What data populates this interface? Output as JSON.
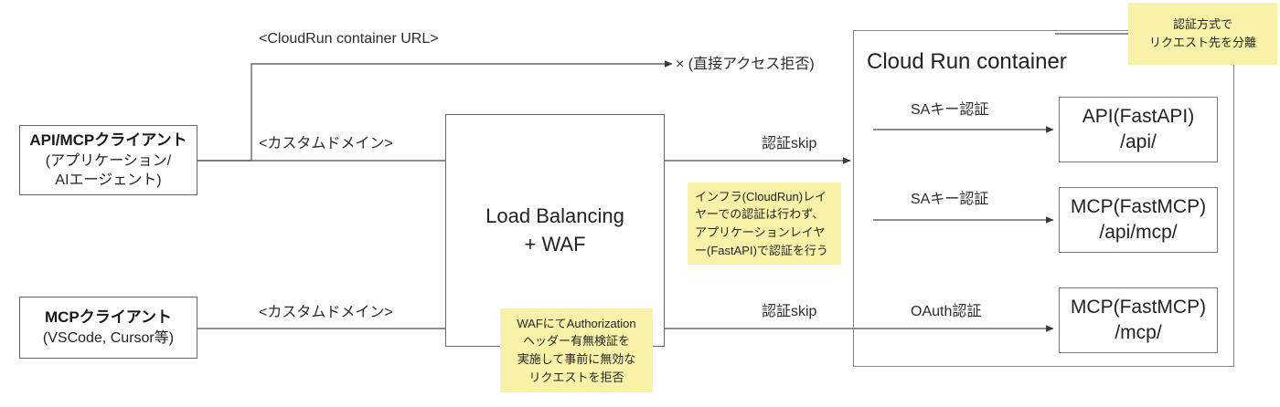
{
  "diagram": {
    "title": "Cloud Run container architecture with WAF and authentication routing",
    "colors": {
      "note_bg": "#f7f2a8",
      "line": "#555555",
      "box_border": "#666666",
      "text": "#1a1a1a"
    }
  },
  "clients": [
    {
      "id": "api-mcp-client",
      "line1": "API/MCPクライアント",
      "line2": "(アプリケーション/",
      "line3": "AIエージェント)"
    },
    {
      "id": "mcp-client",
      "line1": "MCPクライアント",
      "line2": "(VSCode, Cursor等)"
    }
  ],
  "loadbalancer": {
    "line1": "Load Balancing",
    "line2": "+ WAF"
  },
  "container": {
    "title": "Cloud Run container"
  },
  "services": [
    {
      "id": "api-fastapi",
      "line1": "API(FastAPI)",
      "line2": "/api/"
    },
    {
      "id": "mcp-fastmcp-api",
      "line1": "MCP(FastMCP)",
      "line2": "/api/mcp/"
    },
    {
      "id": "mcp-fastmcp-mcp",
      "line1": "MCP(FastMCP)",
      "line2": "/mcp/"
    }
  ],
  "edge_labels": {
    "cloudrun_url": "<CloudRun container URL>",
    "custom_domain_top": "<カスタムドメイン>",
    "custom_domain_bottom": "<カスタムドメイン>",
    "direct_access_denied": "× (直接アクセス拒否)",
    "auth_skip_top": "認証skip",
    "auth_skip_bottom": "認証skip",
    "sa_key_auth_1": "SAキー認証",
    "sa_key_auth_2": "SAキー認証",
    "oauth_auth": "OAuth認証"
  },
  "notes": [
    {
      "id": "note-separate-by-auth",
      "lines": [
        "認証方式で",
        "リクエスト先を分離"
      ]
    },
    {
      "id": "note-app-layer-auth",
      "lines": [
        "インフラ(CloudRun)レイ",
        "ヤーでの認証は行わず、",
        "アプリケーションレイヤ",
        "ー(FastAPI)で認証を行う"
      ]
    },
    {
      "id": "note-waf-authorization",
      "lines": [
        "WAFにてAuthorization",
        "ヘッダー有無検証を",
        "実施して事前に無効な",
        "リクエストを拒否"
      ]
    }
  ]
}
